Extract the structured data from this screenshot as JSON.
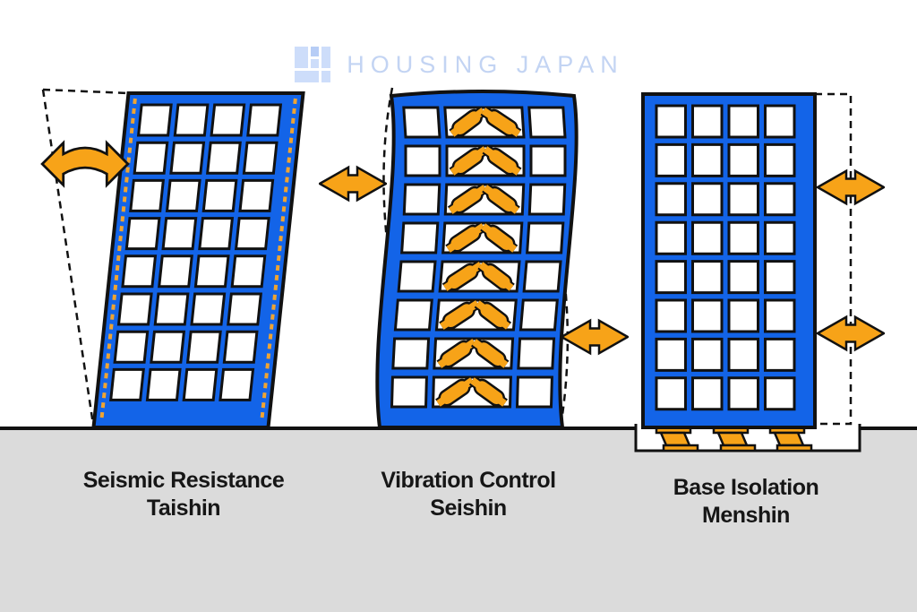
{
  "logo": {
    "text": "HOUSING JAPAN"
  },
  "panels": [
    {
      "id": "seismic-resistance",
      "title_en": "Seismic Resistance",
      "title_jp": "Taishin"
    },
    {
      "id": "vibration-control",
      "title_en": "Vibration Control",
      "title_jp": "Seishin"
    },
    {
      "id": "base-isolation",
      "title_en": "Base Isolation",
      "title_jp": "Menshin"
    }
  ],
  "colors": {
    "building_blue": "#1364e8",
    "accent_orange": "#f7a318",
    "rebar_orange": "#f0a431",
    "ground_gray": "#dbdbdb",
    "outline_black": "#111111",
    "logo_blue": "#c3d4f3"
  }
}
